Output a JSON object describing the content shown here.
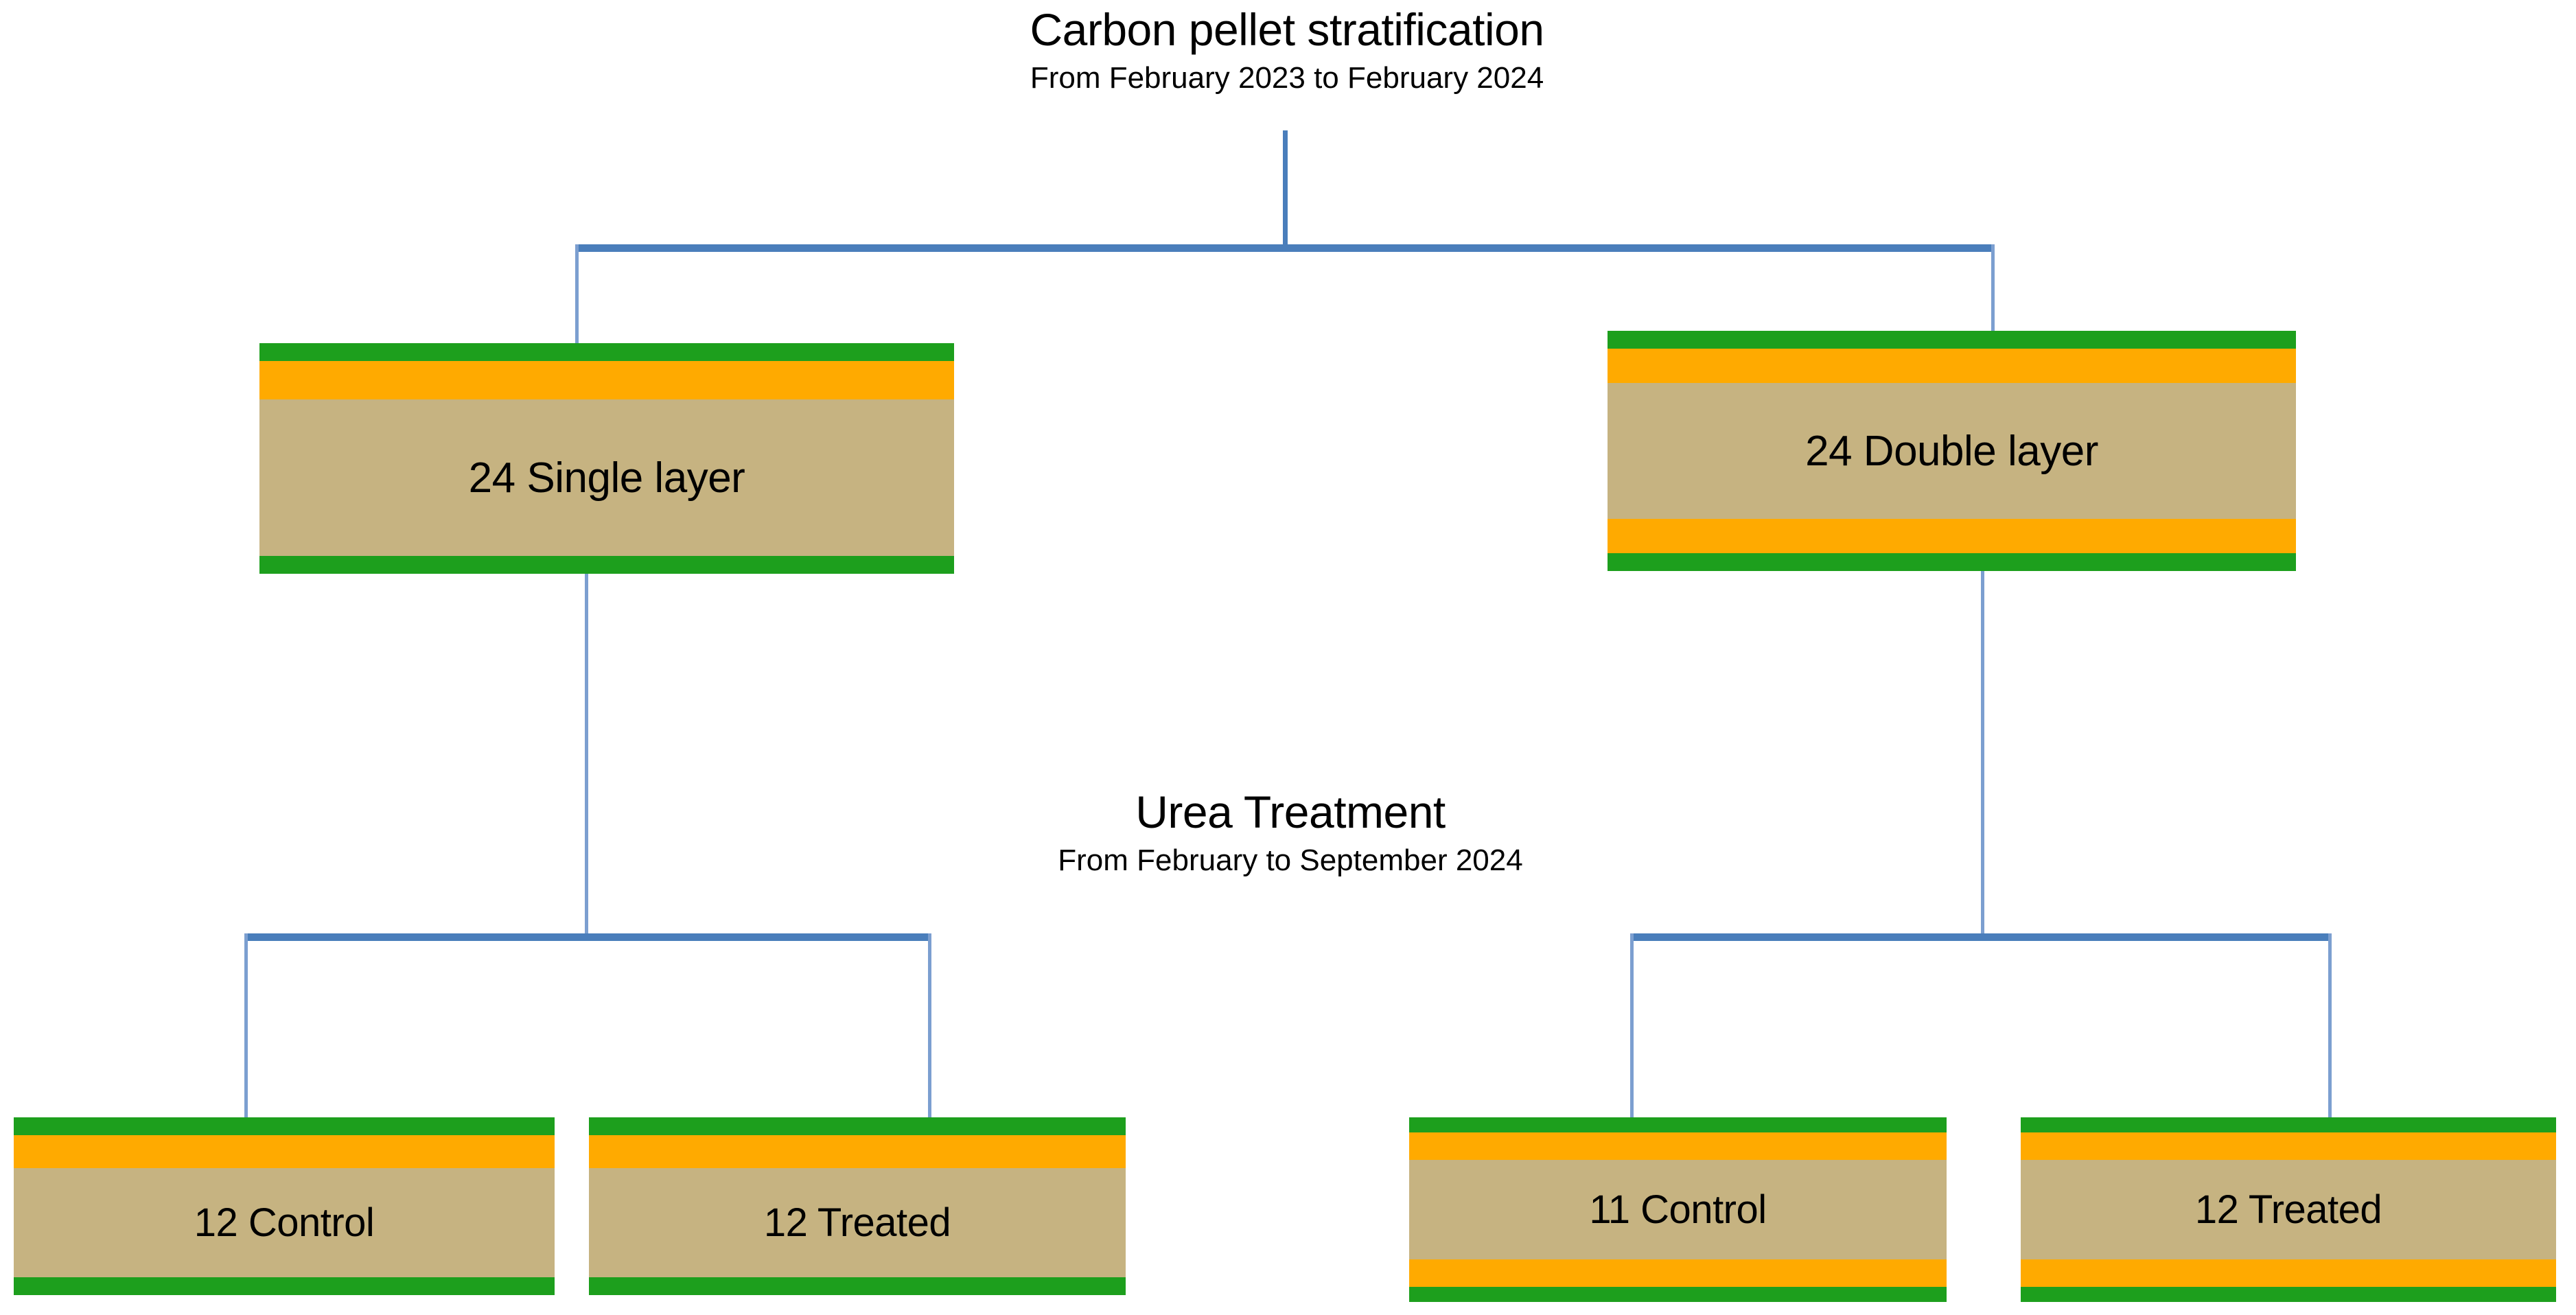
{
  "diagram": {
    "type": "flowchart",
    "root": {
      "title": "Carbon pellet stratification",
      "subtitle": "From February 2023 to February 2024"
    },
    "mid_label": {
      "title": "Urea Treatment",
      "subtitle": "From February to September 2024"
    },
    "colors": {
      "green": "#1d9f1d",
      "orange": "#ffaa00",
      "core_tan": "#c6b381",
      "connector_blue": "#4a7ebb",
      "connector_blue_light": "#7c9fd0",
      "background": "#ffffff",
      "text": "#000000"
    },
    "level1": [
      {
        "label": "24 Single layer",
        "count": 24,
        "layer_type": "single",
        "bands": [
          "green",
          "orange",
          "core",
          "green"
        ]
      },
      {
        "label": "24 Double layer",
        "count": 24,
        "layer_type": "double",
        "bands": [
          "green",
          "orange",
          "core",
          "orange",
          "green"
        ]
      }
    ],
    "level2": [
      {
        "label": "12 Control",
        "count": 12,
        "group": "Control",
        "parent": "24 Single layer",
        "layer_type": "single",
        "bands": [
          "green",
          "orange",
          "core",
          "green"
        ]
      },
      {
        "label": "12 Treated",
        "count": 12,
        "group": "Treated",
        "parent": "24 Single layer",
        "layer_type": "single",
        "bands": [
          "green",
          "orange",
          "core",
          "green"
        ]
      },
      {
        "label": "11 Control",
        "count": 11,
        "group": "Control",
        "parent": "24 Double layer",
        "layer_type": "double",
        "bands": [
          "green",
          "orange",
          "core",
          "orange",
          "green"
        ]
      },
      {
        "label": "12 Treated",
        "count": 12,
        "group": "Treated",
        "parent": "24 Double layer",
        "layer_type": "double",
        "bands": [
          "green",
          "orange",
          "core",
          "orange",
          "green"
        ]
      }
    ]
  }
}
